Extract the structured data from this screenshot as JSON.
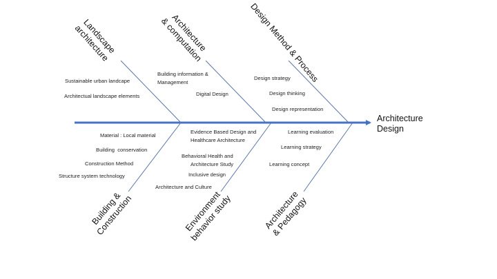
{
  "effect": {
    "line1": "Architecture",
    "line2": "Design"
  },
  "colors": {
    "spine": "#4472c4",
    "bone": "#5b76a8"
  },
  "categories": {
    "landscape": {
      "line1": "Landscape",
      "line2": "architecture",
      "items": [
        "Sustainable urban landcape",
        "Architectual landscape elements"
      ]
    },
    "computation": {
      "line1": "Architecture",
      "line2": "& computation",
      "items": [
        "Building information &",
        "Management",
        "Digital Design"
      ]
    },
    "method": {
      "line1": "Design Method & Process",
      "items": [
        "Design strategy",
        "Design thinking",
        "Design representation"
      ]
    },
    "building": {
      "line1": "Building &",
      "line2": "Construction",
      "items": [
        "Material : Local material",
        "Building  conservation",
        "Construction Method",
        "Structure system technology"
      ]
    },
    "environment": {
      "line1": "Environment",
      "line2": "behavior study",
      "items": [
        "Evidence Based Design and",
        "Healthcare Architecture",
        "Behavioral Health and",
        "Architecture Study",
        "Inclusive design",
        "Architecture and Culture"
      ]
    },
    "pedagogy": {
      "line1": "Architecture",
      "line2": "& Pedagogy",
      "items": [
        "Learning evaluation",
        "Learning strategy",
        "Learning concept"
      ]
    }
  }
}
